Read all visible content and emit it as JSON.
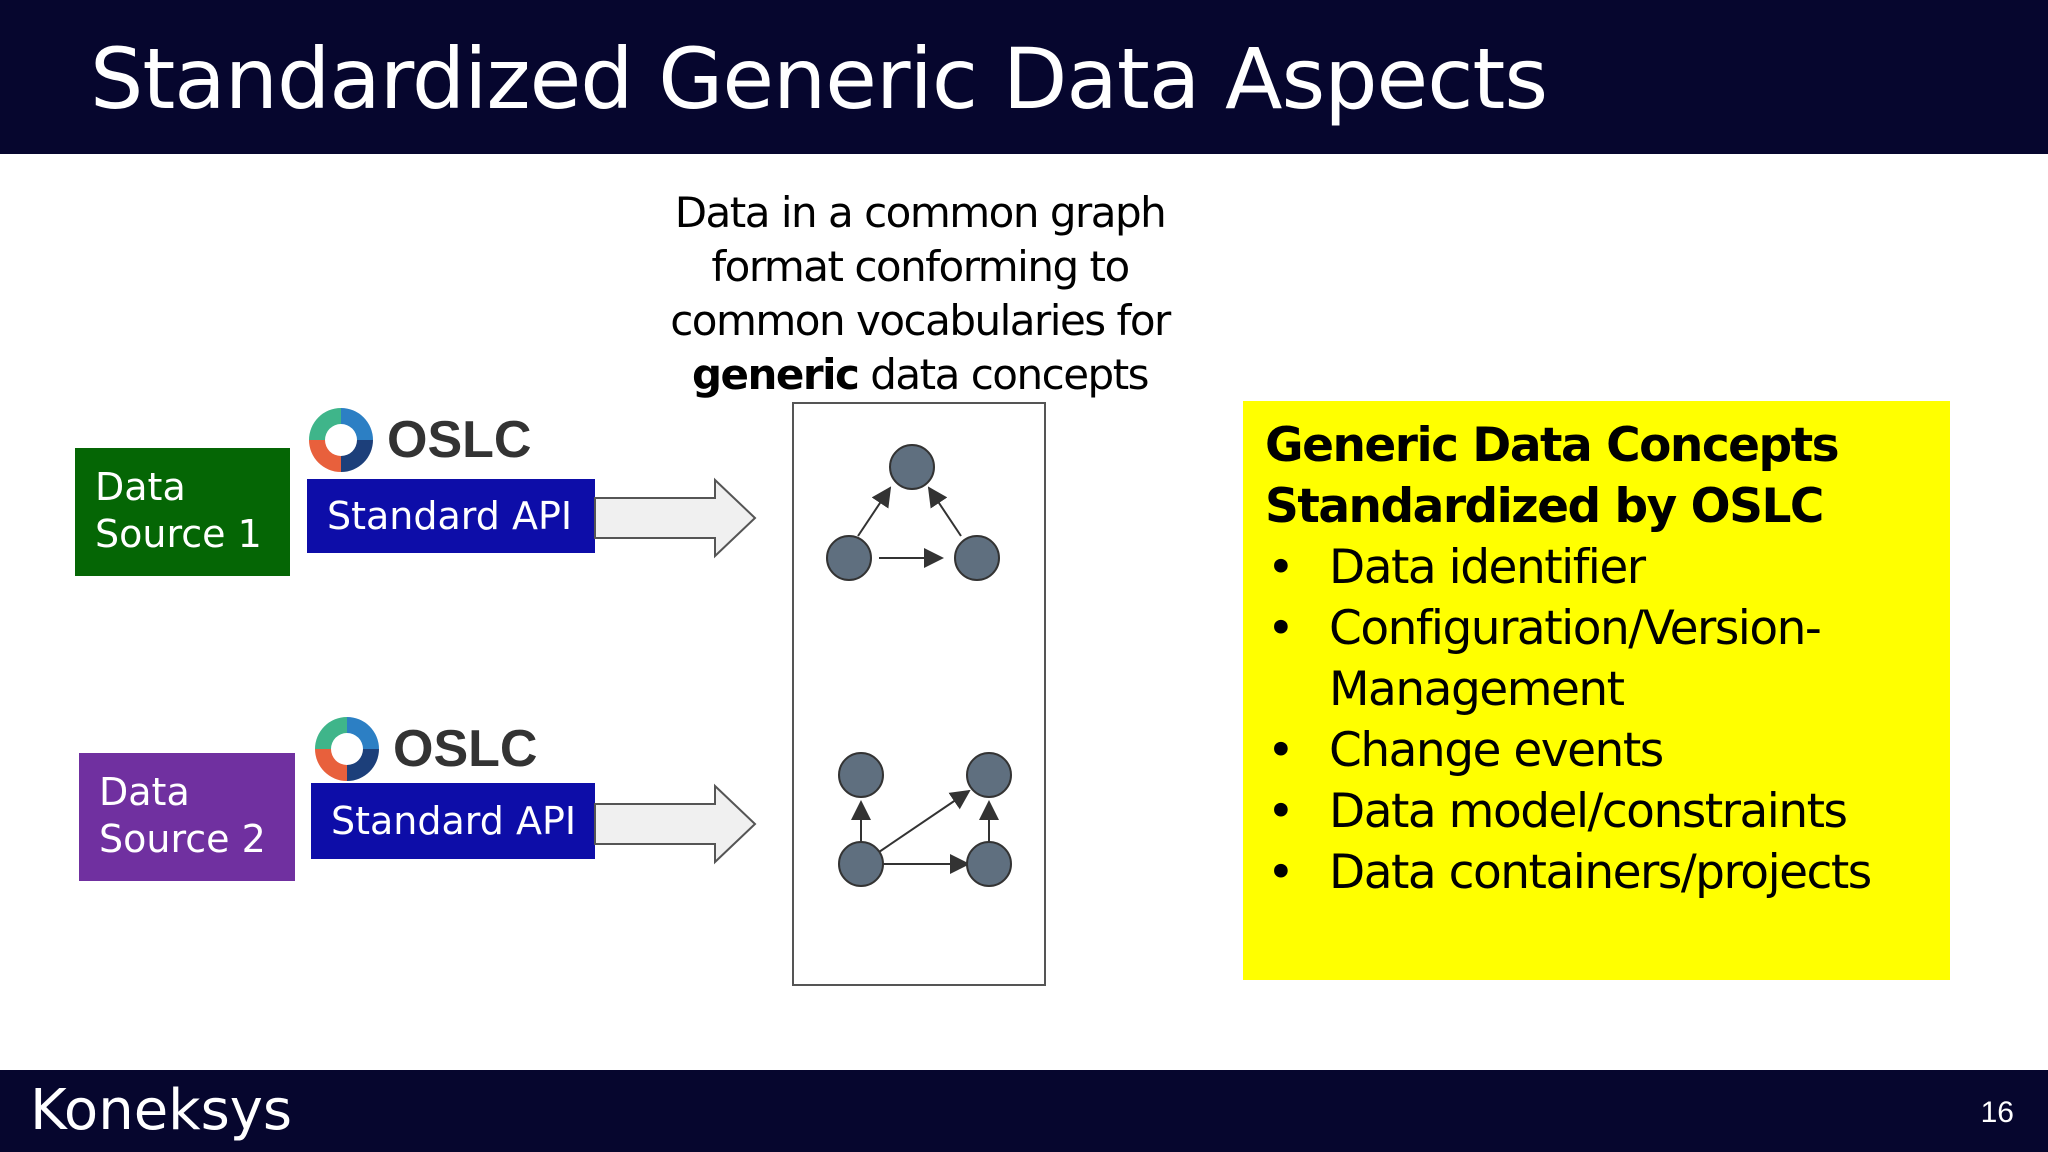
{
  "slide": {
    "title": "Standardized Generic Data Aspects",
    "page_number": "16"
  },
  "caption": {
    "line1": "Data in a common graph",
    "line2": "format conforming to",
    "line3": "common vocabularies for",
    "line4_bold": "generic",
    "line4_rest": " data concepts"
  },
  "sources": [
    {
      "line1": "Data",
      "line2": "Source 1",
      "color": "#056605"
    },
    {
      "line1": "Data",
      "line2": "Source 2",
      "color": "#7030a0"
    }
  ],
  "api": {
    "logo_text": "OSLC",
    "label": "Standard API",
    "color": "#0d0da8"
  },
  "concepts": {
    "title_line1": "Generic Data Concepts",
    "title_line2": "Standardized by OSLC",
    "items": [
      "Data identifier",
      "Configuration/Version-",
      "Management",
      "Change events",
      "Data model/constraints",
      "Data containers/projects"
    ],
    "bullet": "•",
    "background": "#ffff00"
  },
  "footer": {
    "brand": "Koneksys"
  },
  "colors": {
    "header_bg": "#06062e",
    "node_fill": "#5f6f7f",
    "arrow_fill": "#f0f0f0"
  }
}
